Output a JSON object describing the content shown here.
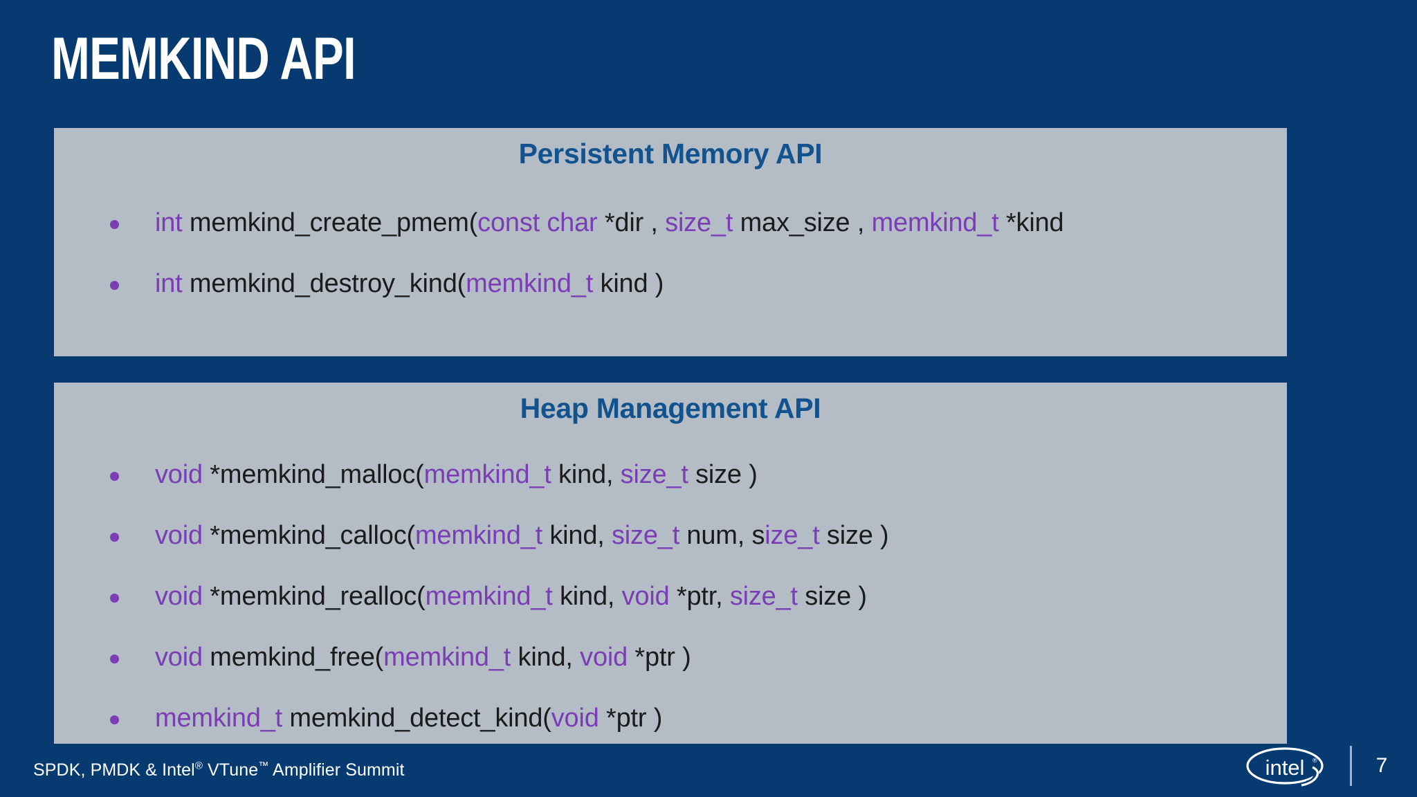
{
  "slide": {
    "title": "MEMKIND API",
    "background_color": "#073a70",
    "panel_background_color": "#b4bcc5",
    "header_color": "#12538f",
    "keyword_color": "#7a3db5",
    "text_color": "#1b1b1b"
  },
  "panels": [
    {
      "header": "Persistent Memory API",
      "lines": [
        {
          "plain_text": "int memkind_create_pmem(const char  *dir , size_t  max_size , memkind_t  *kind",
          "tokens": [
            {
              "t": "int ",
              "c": "kw"
            },
            {
              "t": "memkind_create_pmem(",
              "c": "plain"
            },
            {
              "t": "const char ",
              "c": "kw"
            },
            {
              "t": " *dir , ",
              "c": "plain"
            },
            {
              "t": "size_t ",
              "c": "kw"
            },
            {
              "t": " max_size , ",
              "c": "plain"
            },
            {
              "t": "memkind_t ",
              "c": "kw"
            },
            {
              "t": " *kind",
              "c": "plain"
            }
          ]
        },
        {
          "plain_text": "int memkind_destroy_kind(memkind_t  kind )",
          "tokens": [
            {
              "t": "int ",
              "c": "kw"
            },
            {
              "t": "memkind_destroy_kind(",
              "c": "plain"
            },
            {
              "t": "memkind_t ",
              "c": "kw"
            },
            {
              "t": " kind )",
              "c": "plain"
            }
          ]
        }
      ]
    },
    {
      "header": "Heap Management API",
      "lines": [
        {
          "plain_text": "void *memkind_malloc(memkind_t kind, size_t size )",
          "tokens": [
            {
              "t": "void ",
              "c": "kw"
            },
            {
              "t": "*memkind_malloc(",
              "c": "plain"
            },
            {
              "t": "memkind_t",
              "c": "kw"
            },
            {
              "t": " kind, ",
              "c": "plain"
            },
            {
              "t": "size_t",
              "c": "kw"
            },
            {
              "t": " size )",
              "c": "plain"
            }
          ]
        },
        {
          "plain_text": "void *memkind_calloc(memkind_t kind, size_t num, size_t size )",
          "tokens": [
            {
              "t": "void ",
              "c": "kw"
            },
            {
              "t": "*memkind_calloc(",
              "c": "plain"
            },
            {
              "t": "memkind_t",
              "c": "kw"
            },
            {
              "t": " kind, ",
              "c": "plain"
            },
            {
              "t": "size_t",
              "c": "kw"
            },
            {
              "t": " num, s",
              "c": "plain"
            },
            {
              "t": "ize_t",
              "c": "kw"
            },
            {
              "t": " size )",
              "c": "plain"
            }
          ]
        },
        {
          "plain_text": "void *memkind_realloc(memkind_t kind, void *ptr, size_t size )",
          "tokens": [
            {
              "t": "void ",
              "c": "kw"
            },
            {
              "t": "*memkind_realloc(",
              "c": "plain"
            },
            {
              "t": "memkind_t",
              "c": "kw"
            },
            {
              "t": " kind, ",
              "c": "plain"
            },
            {
              "t": "void",
              "c": "kw"
            },
            {
              "t": " *ptr, ",
              "c": "plain"
            },
            {
              "t": "size_t",
              "c": "kw"
            },
            {
              "t": " size )",
              "c": "plain"
            }
          ]
        },
        {
          "plain_text": "void memkind_free(memkind_t kind, void *ptr )",
          "tokens": [
            {
              "t": "void ",
              "c": "kw"
            },
            {
              "t": "memkind_free(",
              "c": "plain"
            },
            {
              "t": "memkind_t",
              "c": "kw"
            },
            {
              "t": " kind, ",
              "c": "plain"
            },
            {
              "t": "void",
              "c": "kw"
            },
            {
              "t": " *ptr )",
              "c": "plain"
            }
          ]
        },
        {
          "plain_text": "memkind_t memkind_detect_kind(void *ptr )",
          "tokens": [
            {
              "t": "memkind_t",
              "c": "kw"
            },
            {
              "t": " memkind_detect_kind(",
              "c": "plain"
            },
            {
              "t": "void",
              "c": "kw"
            },
            {
              "t": " *ptr )",
              "c": "plain"
            }
          ]
        }
      ]
    }
  ],
  "footer": {
    "text_before_r": "SPDK, PMDK & Intel",
    "registered_mark": "®",
    "text_vtune": " VTune",
    "trademark_mark": "™",
    "text_after": " Amplifier Summit",
    "logo_text": "intel",
    "page_number": "7"
  }
}
